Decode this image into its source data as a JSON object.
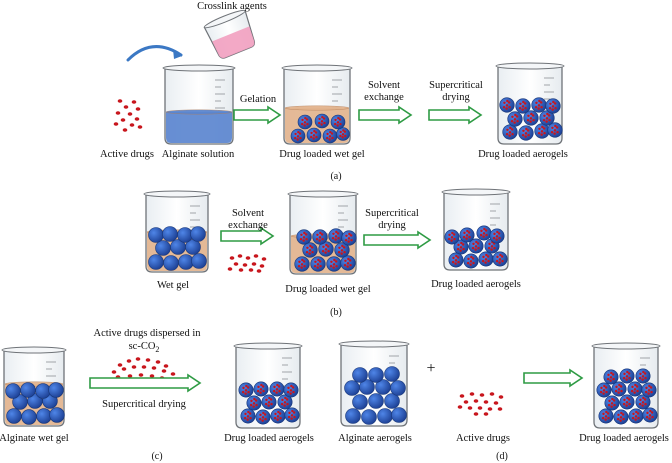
{
  "panel_a": {
    "top_label": "Crosslink agents",
    "active_drugs": "Active drugs",
    "alginate_solution": "Alginate solution",
    "gelation": "Gelation",
    "solvent_exchange_1": "Solvent",
    "solvent_exchange_2": "exchange",
    "sc_drying_1": "Supercritical",
    "sc_drying_2": "drying",
    "wet_gel": "Drug loaded wet gel",
    "aerogels": "Drug loaded aerogels",
    "caption": "(a)"
  },
  "panel_b": {
    "wet_gel": "Wet gel",
    "solvent_exchange_1": "Solvent",
    "solvent_exchange_2": "exchange",
    "sc_drying_1": "Supercritical",
    "sc_drying_2": "drying",
    "loaded_wet_gel": "Drug loaded wet gel",
    "aerogels": "Drug loaded aerogels",
    "caption": "(b)"
  },
  "panel_c": {
    "dispersed_1": "Active drugs dispersed in",
    "dispersed_2_main": "sc-CO",
    "dispersed_2_sub": "2",
    "sc_drying": "Supercritical drying",
    "alginate_wet_gel": "Alginate wet gel",
    "aerogels": "Drug loaded aerogels",
    "caption": "(c)"
  },
  "panel_d": {
    "alginate_aerogels": "Alginate aerogels",
    "plus": "+",
    "active_drugs": "Active drugs",
    "aerogels": "Drug loaded aerogels",
    "caption": "(d)"
  },
  "colors": {
    "arrow": "#2e9b44",
    "bead": "#2f5fbf",
    "drug": "#c8161d",
    "gel_fill": "#e3b48e",
    "solution": "#5b86cf",
    "cup_pink": "#f2a0c0",
    "curve_arrow": "#3b78c4"
  },
  "icons": [
    "beaker-icon",
    "pouring-cup-icon",
    "curved-arrow-icon",
    "hollow-arrow-icon",
    "drug-dots-icon",
    "bead-icon"
  ]
}
